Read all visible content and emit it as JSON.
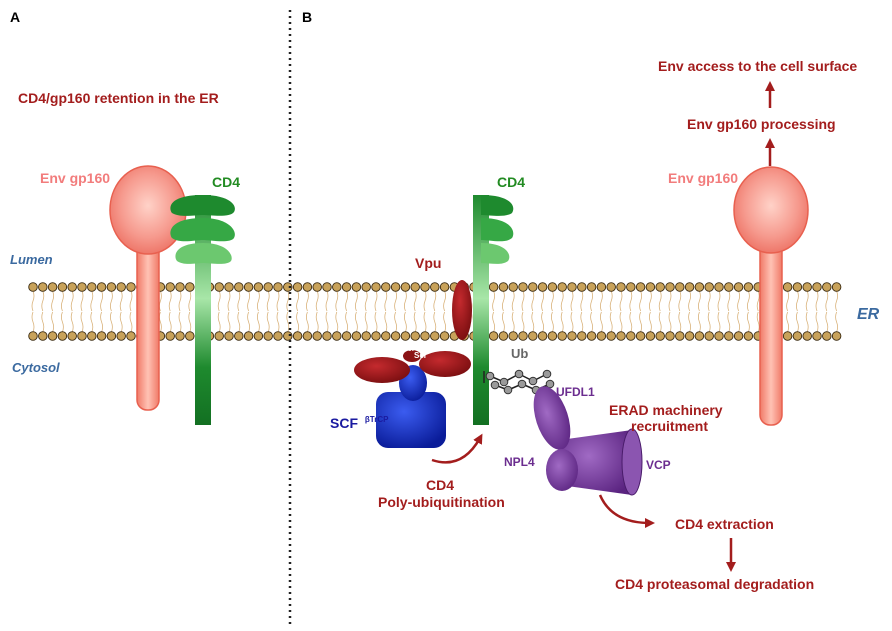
{
  "panels": {
    "a": "A",
    "b": "B"
  },
  "labels": {
    "retention": "CD4/gp160 retention in the ER",
    "env_gp160_a": "Env gp160",
    "cd4_a": "CD4",
    "lumen": "Lumen",
    "cytosol": "Cytosol",
    "cd4_b": "CD4",
    "vpu": "Vpu",
    "ub": "Ub",
    "scf": "SCF",
    "scf_sup": "βTrCP",
    "ser_1": "Ser",
    "ser_2": "Ser",
    "poly_ub_1": "CD4",
    "poly_ub_2": "Poly-ubiquitination",
    "ufdl1": "UFDL1",
    "npl4": "NPL4",
    "vcp": "VCP",
    "erad_1": "ERAD machinery",
    "erad_2": "recruitment",
    "cd4_extraction": "CD4 extraction",
    "cd4_degradation": "CD4 proteasomal degradation",
    "env_gp160_b": "Env gp160",
    "env_processing": "Env gp160 processing",
    "env_access": "Env access to the cell surface",
    "er": "ER"
  },
  "colors": {
    "dark_red": "#a31d1d",
    "env_pink": "#f27c7c",
    "cd4_green": "#1e8a2e",
    "membrane_bead": "#c8a25a",
    "scf_blue": "#1028b8",
    "vpu_red": "#9a1518",
    "erad_purple": "#6b2d8f",
    "lumen_blue": "#3b6aa0"
  },
  "icons": [
    "membrane-bilayer",
    "env-gp160-lollipop",
    "cd4-receptor",
    "vpu-protein",
    "scf-complex",
    "ubiquitin-chain",
    "vcp-cylinder",
    "arrow"
  ]
}
